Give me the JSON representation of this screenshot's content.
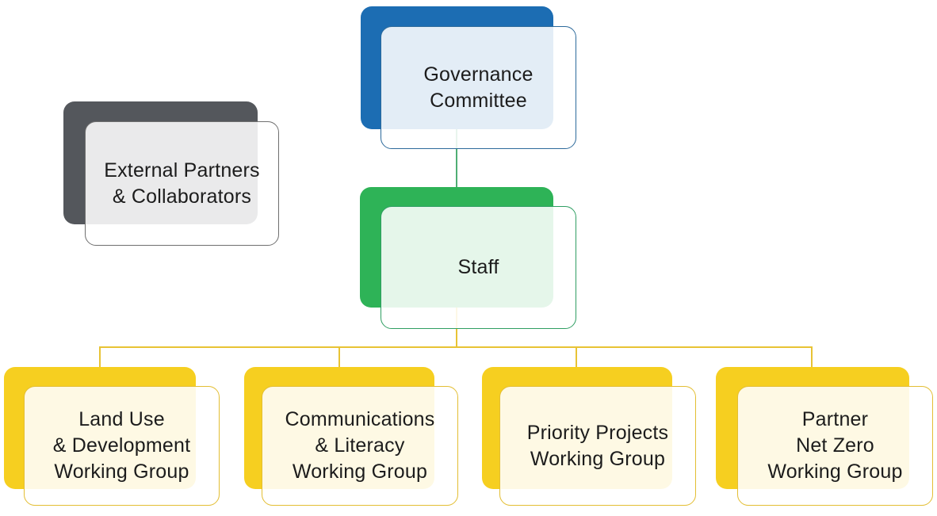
{
  "diagram": {
    "type": "org-chart",
    "background_color": "#FFFFFF",
    "text_color": "#1C1C1C",
    "nodes": {
      "governance": {
        "label": "Governance\nCommittee",
        "fill": "#1C6DB3",
        "border": "#2D6A9B",
        "tint": "#E4EDF6"
      },
      "external_partners": {
        "label": "External Partners\n& Collaborators",
        "fill": "#54575C",
        "border": "#6F6F6F",
        "tint": "#EBEBEC"
      },
      "staff": {
        "label": "Staff",
        "fill": "#2EB357",
        "border": "#2F9E62",
        "tint": "#E5F3EA"
      }
    },
    "working_groups": [
      {
        "label": "Land Use\n& Development\nWorking Group",
        "fill": "#F6CF20",
        "border": "#E3BE33",
        "tint": "#FDF9E4"
      },
      {
        "label": "Communications\n& Literacy\nWorking Group",
        "fill": "#F6CF20",
        "border": "#E3BE33",
        "tint": "#FDF9E4"
      },
      {
        "label": "Priority Projects\nWorking Group",
        "fill": "#F6CF20",
        "border": "#E3BE33",
        "tint": "#FDF9E4"
      },
      {
        "label": "Partner\nNet Zero\nWorking Group",
        "fill": "#F6CF20",
        "border": "#E3BE33",
        "tint": "#FDF9E4"
      }
    ],
    "edges": [
      {
        "from": "governance",
        "to": "staff",
        "color": "#4FAE74"
      },
      {
        "from": "staff",
        "to": "all working groups",
        "color": "#E8C335"
      }
    ],
    "notes": "external_partners node is free-floating (no connector)"
  }
}
